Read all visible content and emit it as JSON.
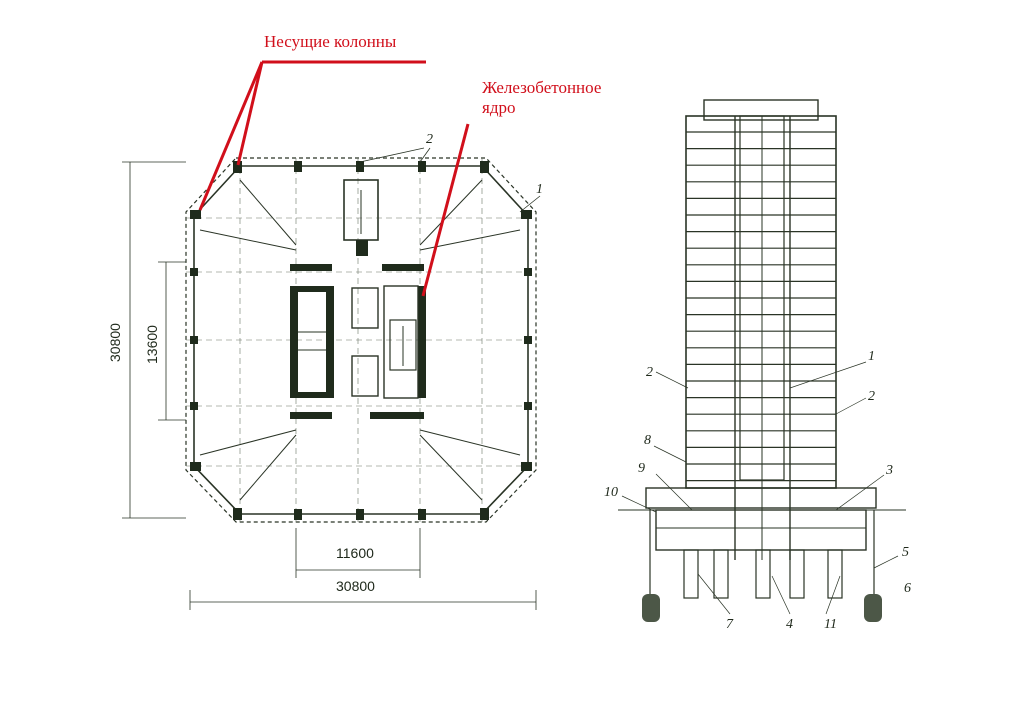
{
  "labels": {
    "columns": "Несущие колонны",
    "core_line1": "Железобетонное",
    "core_line2": "ядро"
  },
  "plan": {
    "dim_total_width": "30800",
    "dim_inner_width": "11600",
    "dim_total_height": "30800",
    "dim_inner_height": "13600",
    "callout_1": "1",
    "callout_2": "2"
  },
  "section": {
    "callouts": [
      "1",
      "2",
      "2",
      "3",
      "4",
      "5",
      "6",
      "7",
      "8",
      "9",
      "10",
      "11"
    ]
  },
  "colors": {
    "annotation": "#d10f1b",
    "drawing": "#2a3426",
    "paper": "#ffffff"
  }
}
